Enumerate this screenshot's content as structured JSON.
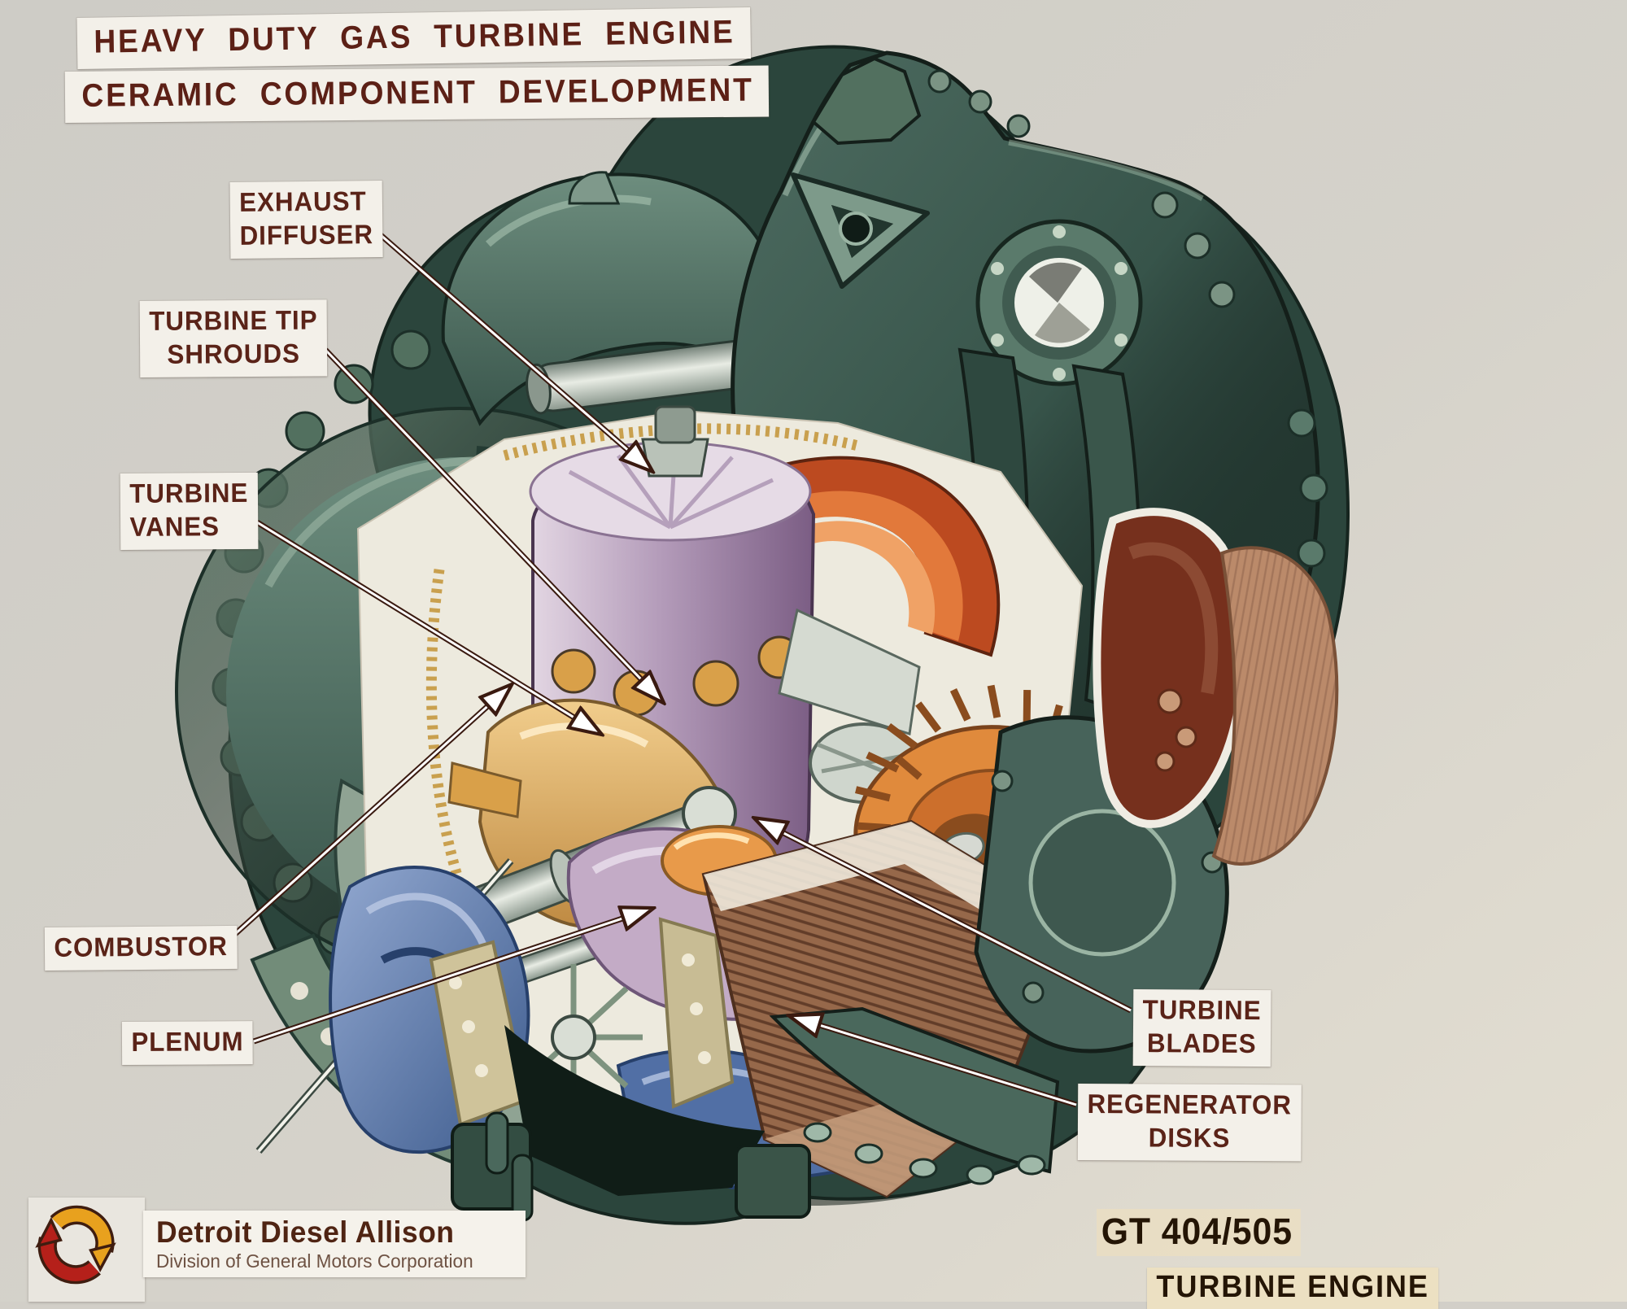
{
  "title": {
    "line1": "HEAVY DUTY GAS TURBINE ENGINE",
    "line2": "CERAMIC COMPONENT DEVELOPMENT"
  },
  "callouts": {
    "exhaust_diffuser": {
      "line1": "EXHAUST",
      "line2": "DIFFUSER"
    },
    "turbine_tip_shrouds": {
      "line1": "TURBINE TIP",
      "line2": "SHROUDS"
    },
    "turbine_vanes": {
      "line1": "TURBINE",
      "line2": "VANES"
    },
    "combustor": {
      "label": "COMBUSTOR"
    },
    "plenum": {
      "label": "PLENUM"
    },
    "turbine_blades": {
      "line1": "TURBINE",
      "line2": "BLADES"
    },
    "regenerator_disks": {
      "line1": "REGENERATOR",
      "line2": "DISKS"
    }
  },
  "footer": {
    "logo": {
      "icon": "circular-arrows-logo",
      "name": "Detroit Diesel Allison",
      "division": "Division of General Motors Corporation",
      "colors": {
        "red": "#b5201a",
        "yellow": "#e8a11e",
        "outline": "#3f1d10"
      }
    },
    "model": {
      "designation": "GT 404/505",
      "name": "TURBINE ENGINE"
    }
  },
  "colors": {
    "background": "#d2cfc8",
    "label_background": "#f3f0e9",
    "label_text": "#5a2318",
    "leader_outline": "#3a1a10",
    "leader_core": "#ffffff",
    "engine_green_dark": "#2b453c",
    "engine_green_mid": "#4a665c",
    "engine_green_light": "#9cb6a6",
    "combustor_lavender": "#b49cba",
    "exhaust_orange": "#d4622e",
    "plenum_gold": "#e2b06a",
    "regenerator_brown": "#96684a",
    "regenerator_red": "#76301d",
    "compressor_blue": "#5d7cb0",
    "cut_surface_white": "#edeade"
  }
}
